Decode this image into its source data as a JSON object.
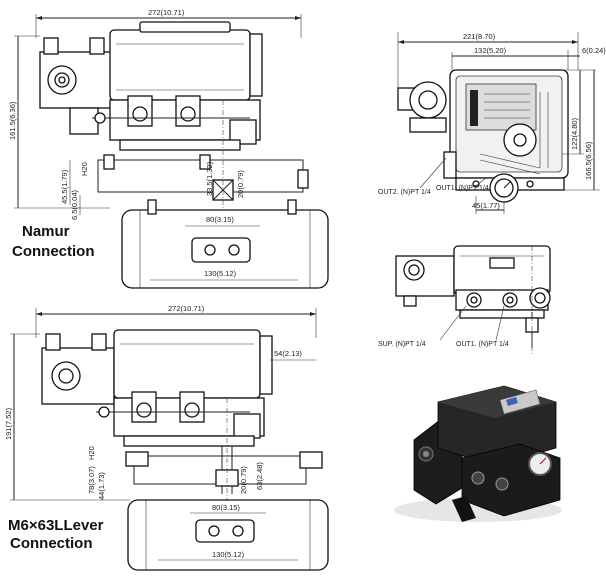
{
  "top_view": {
    "width_dim": "272(10.71)",
    "height_dim": "161.5(6.36)",
    "dim_left_1": "45.5(1.79)",
    "dim_left_2": "6.5(0.04)",
    "dim_left_3": "H20",
    "dim_center_1": "33.5(1.32)",
    "dim_center_2": "20(0.79)",
    "dim_80": "80(3.15)",
    "dim_130": "130(5.12)",
    "caption_line1": "Namur",
    "caption_line2": "Connection"
  },
  "bottom_view": {
    "width_dim": "272(10.71)",
    "height_dim": "191(7.52)",
    "dim_54": "54(2.13)",
    "dim_left_1": "78(3.07)",
    "dim_left_2": "44(1.73)",
    "dim_left_h": "H20",
    "dim_center_1": "20(0.79)",
    "dim_center_2": "63(2.48)",
    "dim_80": "80(3.15)",
    "dim_130": "130(5.12)",
    "caption_line1": "M6×63LLever",
    "caption_line2": "Connection"
  },
  "front_view": {
    "dim_221": "221(8.70)",
    "dim_132": "132(5.20)",
    "dim_6": "6(0.24)",
    "dim_122": "122(4.80)",
    "dim_166": "166.5(6.56)",
    "dim_45": "45(1.77)",
    "out2_label": "OUT2. (N)PT 1/4",
    "out1_label": "OUT1. (N)PT 1/4"
  },
  "side_view": {
    "sup_label": "SUP. (N)PT 1/4",
    "out1_label": "OUT1. (N)PT 1/4"
  }
}
